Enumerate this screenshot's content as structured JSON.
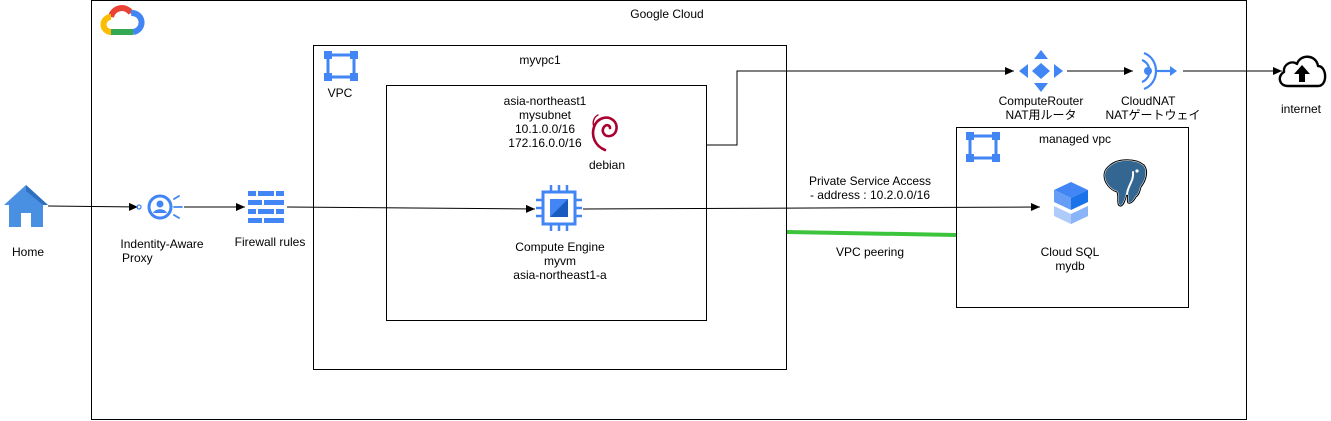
{
  "containers": {
    "gcp": "Google Cloud",
    "vpc": "myvpc1",
    "vpc_tag": "VPC",
    "managed": "managed vpc"
  },
  "subnet": {
    "region": "asia-northeast1",
    "name": "mysubnet",
    "range1": "10.1.0.0/16",
    "range2": "172.16.0.0/16",
    "os": "debian"
  },
  "home": {
    "label": "Home"
  },
  "iap": {
    "line1": "Indentity-Aware",
    "line2": "Proxy"
  },
  "firewall": {
    "label": "Firewall rules"
  },
  "vm": {
    "line1": "Compute Engine",
    "line2": "myvm",
    "line3": "asia-northeast1-a"
  },
  "router": {
    "line1": "ComputeRouter",
    "line2": "NAT用ルータ"
  },
  "nat": {
    "line1": "CloudNAT",
    "line2": "NATゲートウェイ"
  },
  "internet": {
    "label": "internet"
  },
  "psa": {
    "line1": "Private Service Access",
    "line2": "- address : 10.2.0.0/16"
  },
  "peering": {
    "label": "VPC peering",
    "color": "#3cc43c"
  },
  "sql": {
    "line1": "Cloud SQL",
    "line2": "mydb"
  },
  "colors": {
    "gcp_blue": "#4285f4",
    "gcp_red": "#ea4335",
    "gcp_yellow": "#fbbc04",
    "gcp_green": "#34a853",
    "debian_red": "#a80030",
    "pg_blue": "#336791"
  },
  "icons": {
    "logo": "google-cloud-logo",
    "home": "home-icon",
    "iap": "identity-aware-proxy-icon",
    "firewall": "firewall-icon",
    "vm": "compute-engine-icon",
    "router": "cloud-router-icon",
    "nat": "cloud-nat-icon",
    "internet": "cloud-upload-icon",
    "sql": "cloud-sql-icon",
    "postgres": "postgresql-elephant-icon",
    "debian": "debian-swirl-icon",
    "vpc": "vpc-icon"
  }
}
